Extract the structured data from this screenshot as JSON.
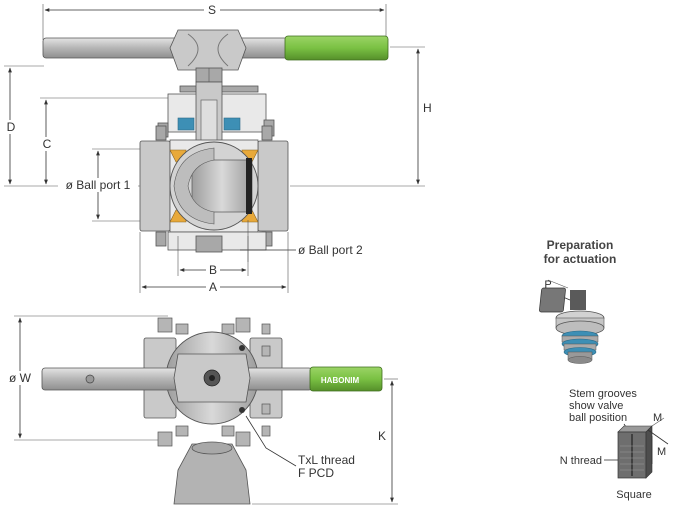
{
  "labels": {
    "s": "S",
    "h": "H",
    "d": "D",
    "c": "C",
    "ball_port_1": "ø Ball port 1",
    "ball_port_2": "ø Ball port 2",
    "b": "B",
    "a": "A",
    "w": "ø W",
    "k": "K",
    "thread": "TxL thread",
    "pcd": "F PCD",
    "preparation_line1": "Preparation",
    "preparation_line2": "for actuation",
    "p": "P",
    "stem_line1": "Stem grooves",
    "stem_line2": "show valve",
    "stem_line3": "ball position",
    "m_top": "M",
    "m_bottom": "M",
    "n_thread": "N thread",
    "square": "Square",
    "brand": "HABONIM"
  },
  "colors": {
    "handle_green": "#7ac143",
    "seat_yellow": "#e8a93a",
    "seal_blue": "#3d8fb5",
    "metal": "#c9c9c9"
  }
}
